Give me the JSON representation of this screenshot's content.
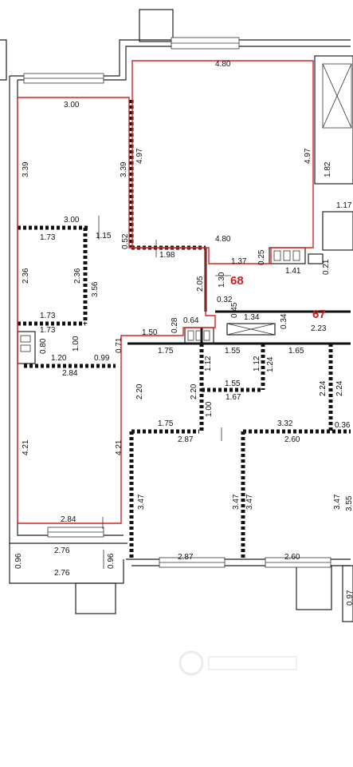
{
  "apartments": [
    {
      "id": "apt-68",
      "label": "68",
      "color": "#cc1f1f"
    },
    {
      "id": "apt-67",
      "label": "67",
      "color": "#cc1f1f"
    }
  ],
  "dimensions": [
    {
      "id": "d01",
      "text": "4.80"
    },
    {
      "id": "d02",
      "text": "4.97"
    },
    {
      "id": "d03",
      "text": "4.97"
    },
    {
      "id": "d04",
      "text": "4.80"
    },
    {
      "id": "d05",
      "text": "1.82"
    },
    {
      "id": "d06",
      "text": "1.17"
    },
    {
      "id": "d07",
      "text": "3.00"
    },
    {
      "id": "d08",
      "text": "3.39"
    },
    {
      "id": "d09",
      "text": "3.39"
    },
    {
      "id": "d10",
      "text": "3.00"
    },
    {
      "id": "d11",
      "text": "1.73"
    },
    {
      "id": "d12",
      "text": "1.15"
    },
    {
      "id": "d13",
      "text": "0.52"
    },
    {
      "id": "d14",
      "text": "1.98"
    },
    {
      "id": "d15",
      "text": "2.36"
    },
    {
      "id": "d16",
      "text": "2.36"
    },
    {
      "id": "d17",
      "text": "3.56"
    },
    {
      "id": "d18",
      "text": "1.73"
    },
    {
      "id": "d19",
      "text": "1.73"
    },
    {
      "id": "d20",
      "text": "1.37"
    },
    {
      "id": "d21",
      "text": "0.25"
    },
    {
      "id": "d22",
      "text": "1.41"
    },
    {
      "id": "d23",
      "text": "0.21"
    },
    {
      "id": "d24",
      "text": "1.30"
    },
    {
      "id": "d25",
      "text": "2.05"
    },
    {
      "id": "d26",
      "text": "0.32"
    },
    {
      "id": "d27",
      "text": "0.45"
    },
    {
      "id": "d28",
      "text": "1.34"
    },
    {
      "id": "d29",
      "text": "0.34"
    },
    {
      "id": "d30",
      "text": "2.23"
    },
    {
      "id": "d31",
      "text": "1.50"
    },
    {
      "id": "d32",
      "text": "0.28"
    },
    {
      "id": "d33",
      "text": "0.64"
    },
    {
      "id": "d34",
      "text": "0.80"
    },
    {
      "id": "d35",
      "text": "1.20"
    },
    {
      "id": "d36",
      "text": "1.00"
    },
    {
      "id": "d37",
      "text": "0.99"
    },
    {
      "id": "d38",
      "text": "0.71"
    },
    {
      "id": "d39",
      "text": "2.84"
    },
    {
      "id": "d40",
      "text": "1.75"
    },
    {
      "id": "d41",
      "text": "1.55"
    },
    {
      "id": "d42",
      "text": "1.65"
    },
    {
      "id": "d43",
      "text": "1.12"
    },
    {
      "id": "d44",
      "text": "1.12"
    },
    {
      "id": "d45",
      "text": "1.24"
    },
    {
      "id": "d46",
      "text": "1.55"
    },
    {
      "id": "d47",
      "text": "1.67"
    },
    {
      "id": "d48",
      "text": "2.20"
    },
    {
      "id": "d49",
      "text": "2.20"
    },
    {
      "id": "d50",
      "text": "2.24"
    },
    {
      "id": "d51",
      "text": "2.24"
    },
    {
      "id": "d52",
      "text": "1.00"
    },
    {
      "id": "d53",
      "text": "1.75"
    },
    {
      "id": "d54",
      "text": "3.32"
    },
    {
      "id": "d55",
      "text": "0.36"
    },
    {
      "id": "d56",
      "text": "2.87"
    },
    {
      "id": "d57",
      "text": "2.60"
    },
    {
      "id": "d58",
      "text": "4.21"
    },
    {
      "id": "d59",
      "text": "4.21"
    },
    {
      "id": "d60",
      "text": "3.47"
    },
    {
      "id": "d61",
      "text": "3.47"
    },
    {
      "id": "d62",
      "text": "3.47"
    },
    {
      "id": "d63",
      "text": "3.47"
    },
    {
      "id": "d64",
      "text": "3.55"
    },
    {
      "id": "d65",
      "text": "2.84"
    },
    {
      "id": "d66",
      "text": "2.76"
    },
    {
      "id": "d67",
      "text": "2.76"
    },
    {
      "id": "d68",
      "text": "0.96"
    },
    {
      "id": "d69",
      "text": "0.96"
    },
    {
      "id": "d70",
      "text": "2.87"
    },
    {
      "id": "d71",
      "text": "2.60"
    },
    {
      "id": "d72",
      "text": "0.97"
    }
  ]
}
